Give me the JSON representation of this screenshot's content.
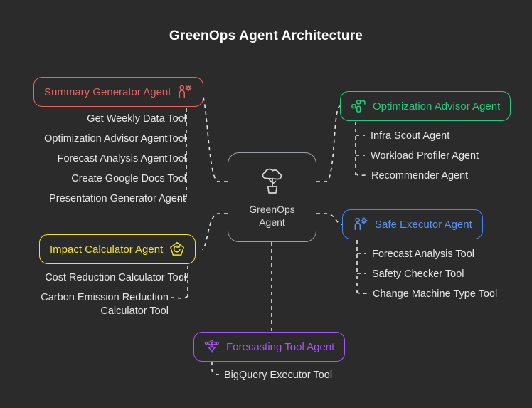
{
  "diagram": {
    "title": "GreenOps Agent Architecture",
    "background_color": "#2b2b2b",
    "central": {
      "label": "GreenOps\nAgent",
      "icon": "potted-plant-icon",
      "color": "#d8d8d8"
    },
    "branches": [
      {
        "id": "summary",
        "label": "Summary Generator Agent",
        "icon": "person-gear-icon",
        "color": "#e8635f",
        "icon_side": "right",
        "children": [
          "Get Weekly Data Tool",
          "Optimization Advisor AgentTool",
          "Forecast Analysis AgentTool",
          "Create Google Docs Tool",
          "Presentation Generator Agent"
        ]
      },
      {
        "id": "optimization",
        "label": "Optimization Advisor Agent",
        "icon": "workflow-nodes-icon",
        "color": "#24c97e",
        "icon_side": "left",
        "children": [
          "Infra Scout Agent",
          "Workload Profiler Agent",
          "Recommender Agent"
        ]
      },
      {
        "id": "impact",
        "label": "Impact Calculator Agent",
        "icon": "pentagon-recycle-icon",
        "color": "#f0e130",
        "icon_side": "right",
        "children": [
          "Cost Reduction Calculator Tool",
          "Carbon Emission Reduction Calculator Tool"
        ]
      },
      {
        "id": "safe-executor",
        "label": "Safe Executor Agent",
        "icon": "person-gear-icon",
        "color": "#5a92f0",
        "icon_side": "left",
        "children": [
          "Forecast Analysis Tool",
          "Safety Checker Tool",
          "Change Machine Type Tool"
        ]
      },
      {
        "id": "forecasting",
        "label": "Forecasting Tool Agent",
        "icon": "funnel-nodes-icon",
        "color": "#a855f7",
        "icon_side": "left",
        "children": [
          "BigQuery Executor Tool"
        ]
      }
    ],
    "edge_style": {
      "color": "#e6e6e6",
      "dash": "5 5",
      "width": 1.6
    }
  }
}
